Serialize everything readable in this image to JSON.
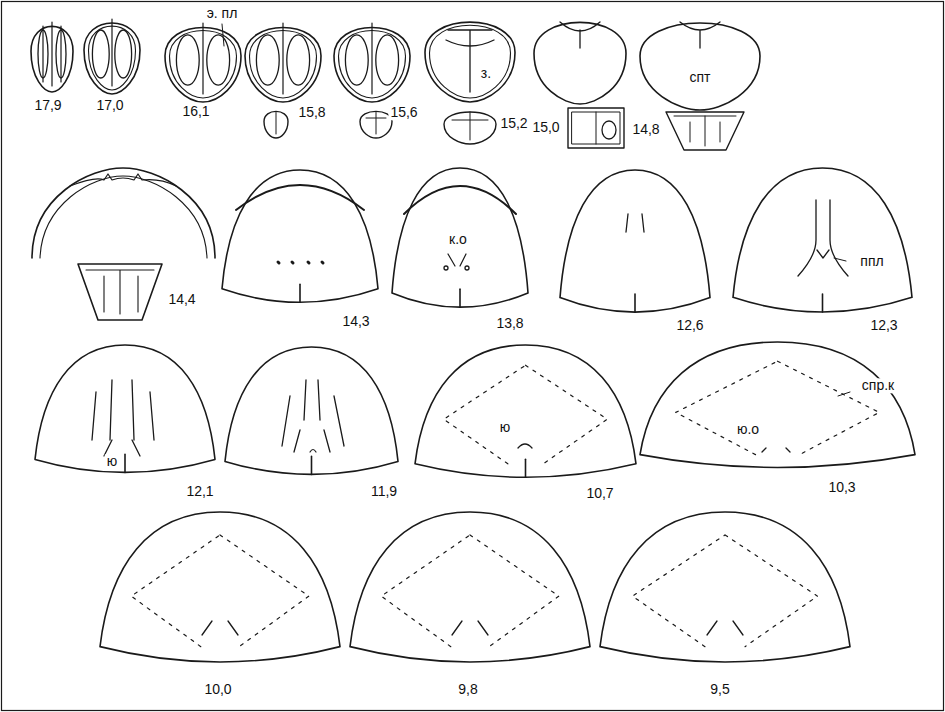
{
  "diagram": {
    "labels": [
      "э. пл",
      "17,9",
      "17,0",
      "16,1",
      "15,8",
      "15,6",
      "з.",
      "15,2",
      "15,0",
      "спт",
      "14,8",
      "14,4",
      "14,3",
      "к.о",
      "13,8",
      "12,6",
      "ппл",
      "12,3",
      "ю",
      "12,1",
      "11,9",
      "ю",
      "10,7",
      "спр.к",
      "ю.о",
      "10,3",
      "10,0",
      "9,8",
      "9,5"
    ]
  }
}
